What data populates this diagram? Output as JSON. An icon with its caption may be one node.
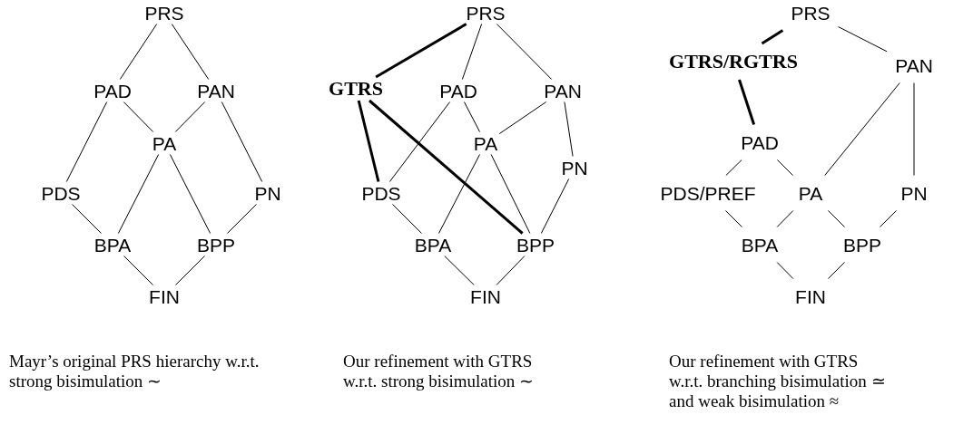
{
  "diagram": {
    "nodes": [
      {
        "text": [
          "PRS"
        ]
      },
      {
        "text": [
          "PAD"
        ]
      },
      {
        "text": [
          "PAN"
        ]
      },
      {
        "text": [
          "PA"
        ]
      },
      {
        "text": [
          "PDS"
        ]
      },
      {
        "text": [
          "PN"
        ]
      },
      {
        "text": [
          "BPA"
        ]
      },
      {
        "text": [
          "BPP"
        ]
      },
      {
        "text": [
          "FIN"
        ]
      },
      {
        "text": [
          "PRS"
        ]
      },
      {
        "text": [
          "GTRS"
        ]
      },
      {
        "text": [
          "PAD"
        ]
      },
      {
        "text": [
          "PAN"
        ]
      },
      {
        "text": [
          "PA"
        ]
      },
      {
        "text": [
          "PN"
        ]
      },
      {
        "text": [
          "PDS"
        ]
      },
      {
        "text": [
          "BPA"
        ]
      },
      {
        "text": [
          "BPP"
        ]
      },
      {
        "text": [
          "FIN"
        ]
      },
      {
        "text": [
          "PRS"
        ]
      },
      {
        "text": [
          "GTRS/RGTRS"
        ]
      },
      {
        "text": [
          "PAN"
        ]
      },
      {
        "text": [
          "PAD"
        ]
      },
      {
        "text": [
          "PDS/PREF"
        ]
      },
      {
        "text": [
          "PA"
        ]
      },
      {
        "text": [
          "PN"
        ]
      },
      {
        "text": [
          "BPA"
        ]
      },
      {
        "text": [
          "BPP"
        ]
      },
      {
        "text": [
          "FIN"
        ]
      }
    ],
    "edges": [
      {
        "from": 0,
        "to": 1,
        "arrow": "none"
      },
      {
        "from": 0,
        "to": 2,
        "arrow": "none"
      },
      {
        "from": 1,
        "to": 4,
        "arrow": "none"
      },
      {
        "from": 1,
        "to": 3,
        "arrow": "none"
      },
      {
        "from": 2,
        "to": 3,
        "arrow": "none"
      },
      {
        "from": 2,
        "to": 5,
        "arrow": "none"
      },
      {
        "from": 3,
        "to": 6,
        "arrow": "none"
      },
      {
        "from": 3,
        "to": 7,
        "arrow": "none"
      },
      {
        "from": 4,
        "to": 6,
        "arrow": "none"
      },
      {
        "from": 5,
        "to": 7,
        "arrow": "none"
      },
      {
        "from": 6,
        "to": 8,
        "arrow": "none"
      },
      {
        "from": 7,
        "to": 8,
        "arrow": "none"
      },
      {
        "from": 9,
        "to": 10,
        "arrow": "none",
        "style": "thick"
      },
      {
        "from": 9,
        "to": 11,
        "arrow": "none"
      },
      {
        "from": 9,
        "to": 12,
        "arrow": "none"
      },
      {
        "from": 10,
        "to": 15,
        "arrow": "none",
        "style": "thick"
      },
      {
        "from": 10,
        "to": 17,
        "arrow": "none",
        "style": "thick"
      },
      {
        "from": 11,
        "to": 15,
        "arrow": "none"
      },
      {
        "from": 11,
        "to": 13,
        "arrow": "none"
      },
      {
        "from": 12,
        "to": 13,
        "arrow": "none"
      },
      {
        "from": 12,
        "to": 14,
        "arrow": "none"
      },
      {
        "from": 13,
        "to": 16,
        "arrow": "none"
      },
      {
        "from": 13,
        "to": 17,
        "arrow": "none"
      },
      {
        "from": 15,
        "to": 16,
        "arrow": "none"
      },
      {
        "from": 14,
        "to": 17,
        "arrow": "none"
      },
      {
        "from": 16,
        "to": 18,
        "arrow": "none"
      },
      {
        "from": 17,
        "to": 18,
        "arrow": "none"
      },
      {
        "from": 19,
        "to": 20,
        "arrow": "none",
        "style": "thick"
      },
      {
        "from": 19,
        "to": 21,
        "arrow": "none"
      },
      {
        "from": 20,
        "to": 22,
        "arrow": "none",
        "style": "thick"
      },
      {
        "from": 22,
        "to": 23,
        "arrow": "none"
      },
      {
        "from": 22,
        "to": 24,
        "arrow": "none"
      },
      {
        "from": 21,
        "to": 24,
        "arrow": "none"
      },
      {
        "from": 21,
        "to": 25,
        "arrow": "none"
      },
      {
        "from": 23,
        "to": 26,
        "arrow": "none"
      },
      {
        "from": 24,
        "to": 26,
        "arrow": "none"
      },
      {
        "from": 24,
        "to": 27,
        "arrow": "none"
      },
      {
        "from": 25,
        "to": 27,
        "arrow": "none"
      },
      {
        "from": 26,
        "to": 28,
        "arrow": "none"
      },
      {
        "from": 27,
        "to": 28,
        "arrow": "none"
      }
    ],
    "labels": [
      "Mayr’s original PRS hierarchy w.r.t. strong bisimulation ∼",
      "Our refinement with GTRS w.r.t. strong bisimulation ∼",
      "Our refinement with GTRS w.r.t. branching bisimulation ≃ and weak bisimulation ≈"
    ]
  }
}
